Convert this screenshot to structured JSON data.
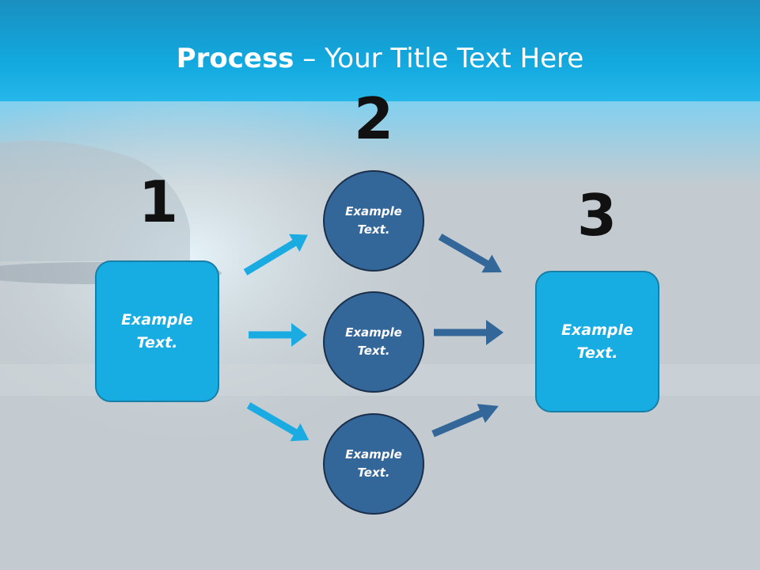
{
  "slide": {
    "title_bold": "Process",
    "title_rest": " – Your Title Text Here"
  },
  "steps": {
    "one": {
      "number": "1",
      "text": "Example\nText."
    },
    "two": {
      "number": "2",
      "circles": [
        {
          "text": "Example\nText."
        },
        {
          "text": "Example\nText."
        },
        {
          "text": "Example\nText."
        }
      ]
    },
    "three": {
      "number": "3",
      "text": "Example\nText."
    }
  },
  "colors": {
    "header": "#12a4d8",
    "box_fill": "#17ade3",
    "circle_fill": "#336699",
    "arrow_light": "#1aabe2",
    "arrow_dark": "#336699"
  }
}
